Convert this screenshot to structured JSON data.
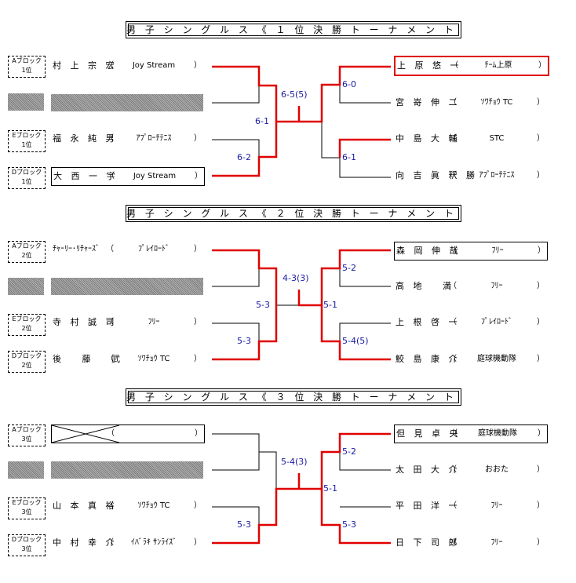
{
  "colors": {
    "winner_line": "#e00000",
    "loser_line": "#000000",
    "score": "#1a1aa0"
  },
  "sections": [
    {
      "title": "男 子 シ ン グ ル ス 《 １ 位  決 勝 ト ー ナ メ ン ト 》",
      "blocks": [
        "Aブロック\n1位",
        "",
        "Eブロック\n1位",
        "Dブロック\n1位"
      ],
      "left": [
        {
          "name": "村 上 宗 宏",
          "club": "Joy Stream"
        },
        null,
        {
          "name": "福 永 純 男",
          "club": "ｱﾌﾟﾛｰﾁﾃﾆｽ"
        },
        {
          "name": "大 西 一 宇",
          "club": "Joy Stream"
        }
      ],
      "right": [
        {
          "name": "上 原 悠 一",
          "club": "ﾁｰﾑ上原"
        },
        {
          "name": "宮 嵜 伸 二",
          "club": "ｿﾜﾁｮｳ TC"
        },
        {
          "name": "中 島 大 輔",
          "club": "STC"
        },
        {
          "name": "向 吉 眞 釈 勝",
          "club": "ｱﾌﾟﾛｰﾁﾃﾆｽ"
        }
      ],
      "scores": {
        "left_top": "",
        "left_bottom": "6-2",
        "left_final": "6-1",
        "final": "6-5(5)",
        "right_top": "6-0",
        "right_bottom": "6-1",
        "right_final": ""
      }
    },
    {
      "title": "男 子 シ ン グ ル ス 《 ２ 位  決 勝 ト ー ナ メ ン ト 》",
      "blocks": [
        "Aブロック\n2位",
        "",
        "Eブロック\n2位",
        "Dブロック\n2位"
      ],
      "left": [
        {
          "name": "ﾁｬｰﾘｰ･ﾘﾁｬｰｽﾞ",
          "club": "ﾌﾟﾚｲﾛｰﾄﾞ"
        },
        null,
        {
          "name": "寺 村 誠 司",
          "club": "ﾌﾘｰ"
        },
        {
          "name": "後   藤   武",
          "club": "ｿﾜﾁｮｳ TC"
        }
      ],
      "right": [
        {
          "name": "森 岡 伸 哉",
          "club": "ﾌﾘｰ"
        },
        {
          "name": "高 地   満",
          "club": "ﾌﾘｰ"
        },
        {
          "name": "上 根 啓 一",
          "club": "ﾌﾟﾚｲﾛｰﾄﾞ"
        },
        {
          "name": "鮫 島 康 介",
          "club": "庭球機動隊"
        }
      ],
      "scores": {
        "left_top": "",
        "left_bottom": "5-3",
        "left_final": "5-3",
        "final": "4-3(3)",
        "right_top": "5-2",
        "right_bottom": "5-4(5)",
        "right_final": "5-1"
      }
    },
    {
      "title": "男 子 シ ン グ ル ス 《 ３ 位  決 勝 ト ー ナ メ ン ト 》",
      "blocks": [
        "Aブロック\n3位",
        "",
        "Eブロック\n3位",
        "Dブロック\n3位"
      ],
      "left": [
        {
          "name": "",
          "club": ""
        },
        null,
        {
          "name": "山 本 真 裕",
          "club": "ｿﾜﾁｮｳ TC"
        },
        {
          "name": "中 村 幸 介",
          "club": "ｲﾊﾞﾗｷ ｻﾝﾗｲｽﾞ"
        }
      ],
      "right": [
        {
          "name": "但 見 卓 央",
          "club": "庭球機動隊"
        },
        {
          "name": "太 田 大 介",
          "club": "おおた"
        },
        {
          "name": "平 田 洋 一",
          "club": "ﾌﾘｰ"
        },
        {
          "name": "日 下 司 郎",
          "club": "ﾌﾘｰ"
        }
      ],
      "scores": {
        "left_top": "",
        "left_bottom": "5-3",
        "left_final": "",
        "final": "5-4(3)",
        "right_top": "5-2",
        "right_bottom": "5-3",
        "right_final": "5-1"
      }
    }
  ],
  "paren_open": "（",
  "paren_close": "）"
}
